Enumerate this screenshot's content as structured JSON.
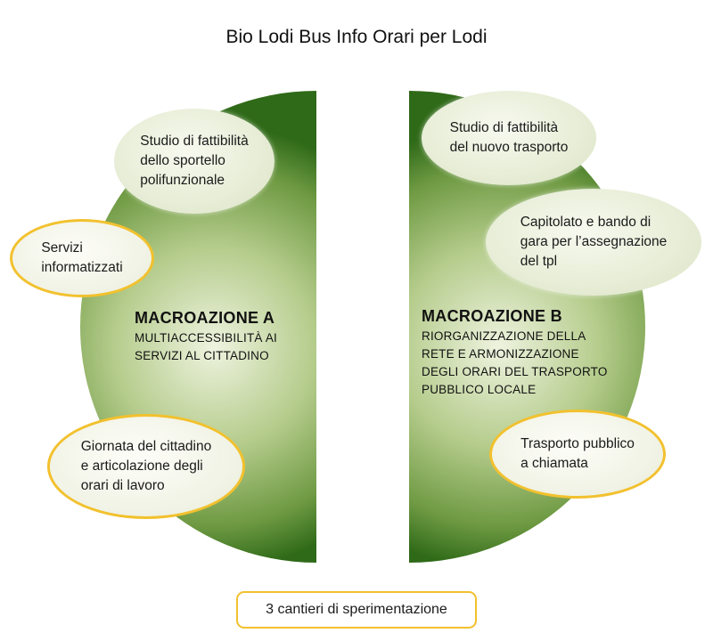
{
  "title": "Bio Lodi Bus Info Orari per Lodi",
  "colors": {
    "green_dark": "#2f6a18",
    "green_mid": "#7ea552",
    "green_light": "#eef3df",
    "accent_yellow": "#f2c12e"
  },
  "macro_a": {
    "heading": "MACROAZIONE A",
    "subtitle_lines": [
      "MULTIACCESSIBILITÀ AI",
      "SERVIZI AL CITTADINO"
    ],
    "items": [
      {
        "lines": [
          "Studio di fattibilità",
          "dello sportello",
          "polifunzionale"
        ],
        "style": "plain"
      },
      {
        "lines": [
          "Servizi",
          "informatizzati"
        ],
        "style": "highlighted"
      },
      {
        "lines": [
          "Giornata del cittadino",
          "e articolazione degli",
          "orari di lavoro"
        ],
        "style": "highlighted"
      }
    ]
  },
  "macro_b": {
    "heading": "MACROAZIONE B",
    "subtitle_lines": [
      "RIORGANIZZAZIONE DELLA",
      "RETE E ARMONIZZAZIONE",
      "DEGLI ORARI DEL TRASPORTO",
      "PUBBLICO LOCALE"
    ],
    "items": [
      {
        "lines": [
          "Studio di fattibilità",
          "del nuovo trasporto"
        ],
        "style": "plain"
      },
      {
        "lines": [
          "Capitolato e bando di",
          "gara per l’assegnazione",
          "del tpl"
        ],
        "style": "plain"
      },
      {
        "lines": [
          "Trasporto pubblico",
          "a chiamata"
        ],
        "style": "highlighted"
      }
    ]
  },
  "footer_label": "3 cantieri di sperimentazione"
}
